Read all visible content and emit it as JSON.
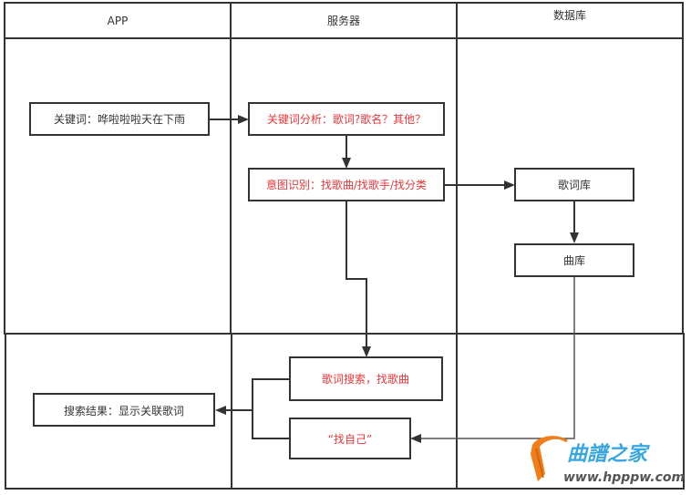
{
  "diagram": {
    "type": "swimlane-flowchart",
    "lanes": [
      {
        "id": "app",
        "title": "APP"
      },
      {
        "id": "server",
        "title": "服务器"
      },
      {
        "id": "database",
        "title": "数据库"
      }
    ],
    "nodes": {
      "keyword": {
        "label": "关键词：哗啦啦啦天在下雨",
        "lane": "app",
        "color": "#333333"
      },
      "keyword_analysis": {
        "label": "关键词分析：歌词?歌名？其他？",
        "lane": "server",
        "color": "#e8373b"
      },
      "intent_recognition": {
        "label": "意图识别：找歌曲/找歌手/找分类",
        "lane": "server",
        "color": "#e8373b"
      },
      "lyrics_db": {
        "label": "歌词库",
        "lane": "database",
        "color": "#333333"
      },
      "song_db": {
        "label": "曲库",
        "lane": "database",
        "color": "#333333"
      },
      "lyrics_search": {
        "label": "歌词搜索，找歌曲",
        "lane": "server",
        "color": "#e8373b"
      },
      "find_self": {
        "label": "“找自己”",
        "lane": "server",
        "color": "#e8373b"
      },
      "search_result": {
        "label": "搜索结果：显示关联歌词",
        "lane": "app",
        "color": "#333333"
      }
    },
    "edges": [
      {
        "from": "keyword",
        "to": "keyword_analysis"
      },
      {
        "from": "keyword_analysis",
        "to": "intent_recognition"
      },
      {
        "from": "intent_recognition",
        "to": "lyrics_db"
      },
      {
        "from": "lyrics_db",
        "to": "song_db"
      },
      {
        "from": "intent_recognition",
        "to": "lyrics_search"
      },
      {
        "from": "song_db",
        "to": "find_self"
      },
      {
        "from": "lyrics_search",
        "to": "search_result"
      },
      {
        "from": "find_self",
        "to": "search_result"
      }
    ]
  },
  "watermark": {
    "brand": "曲譜之家",
    "url": "www.hpppw.com",
    "colors": {
      "orange": "#f07d1a",
      "blue": "#3aa6e0"
    }
  }
}
